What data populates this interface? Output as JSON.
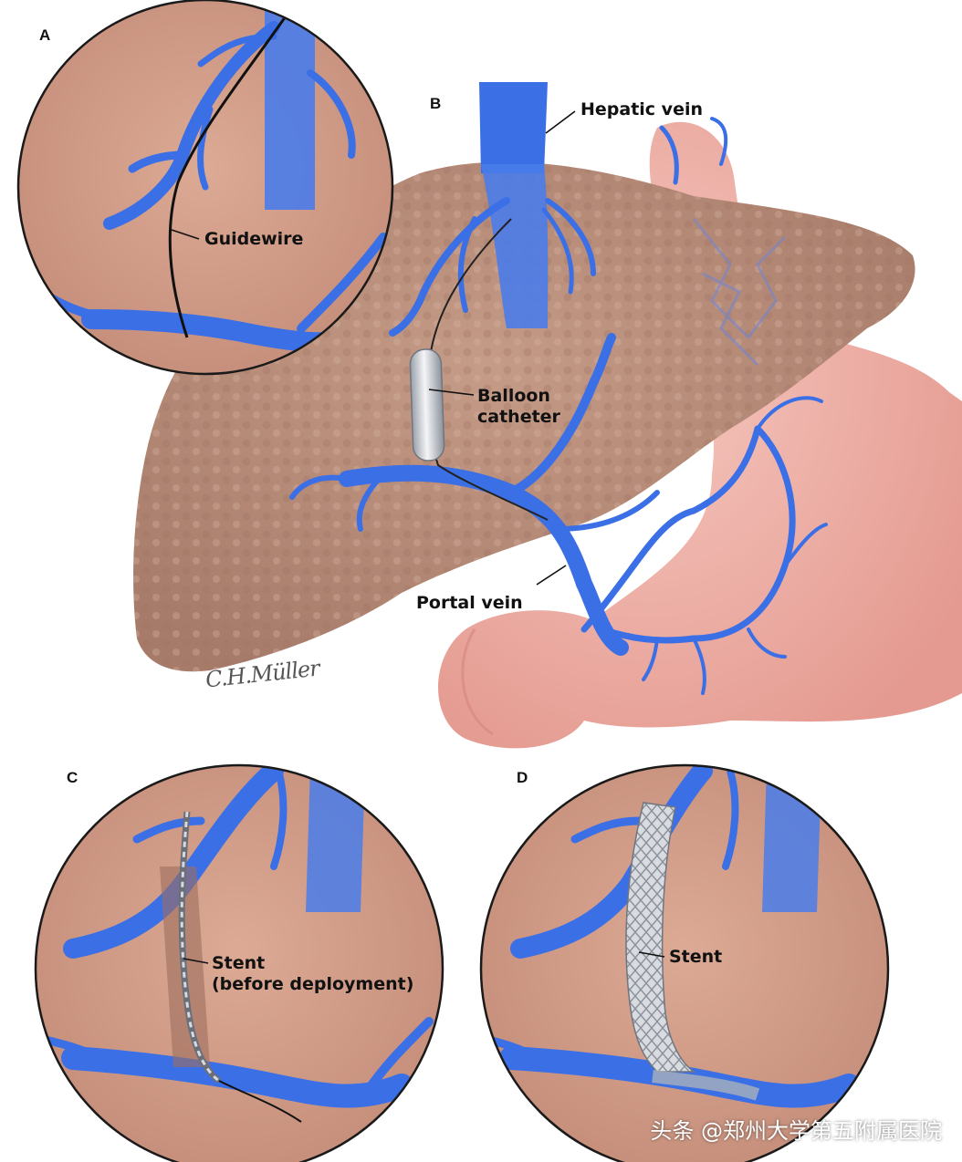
{
  "panels": {
    "a": "A",
    "b": "B",
    "c": "C",
    "d": "D"
  },
  "labels": {
    "guidewire": "Guidewire",
    "hepatic_vein": "Hepatic vein",
    "balloon_catheter": [
      "Balloon",
      "catheter"
    ],
    "portal_vein": "Portal vein",
    "stent_c": [
      "Stent",
      "(before deployment)"
    ],
    "stent_d": "Stent"
  },
  "signature": "C.H.Müller",
  "watermark": "头条 @郑州大学第五附属医院",
  "colors": {
    "vein_blue": "#3b6fe6",
    "liver_brown": "#b98d7a",
    "magnified_tissue": "#d6a08c",
    "stomach_pink": "#f0b0a8"
  }
}
